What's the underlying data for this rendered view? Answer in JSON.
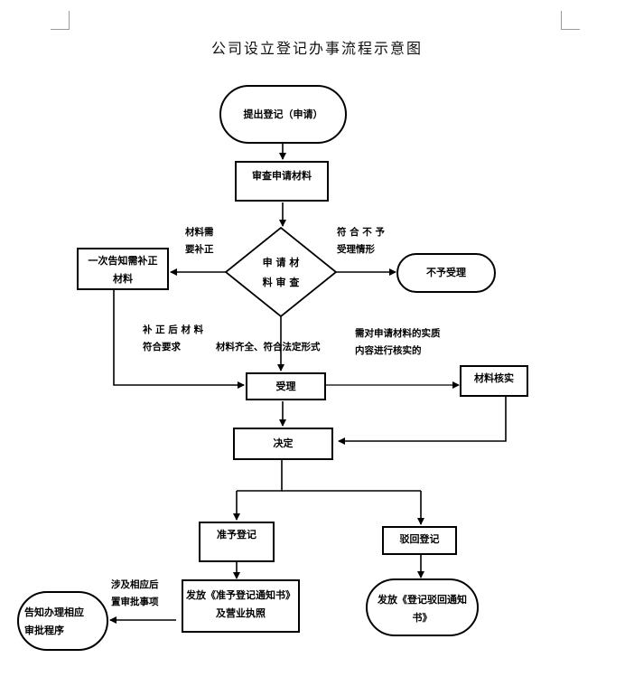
{
  "document": {
    "title": "公司设立登记办事流程示意图"
  },
  "nodes": {
    "start": "提出登记（申请）",
    "review_materials": "审查申请材料",
    "decision_line1": "申 请 材",
    "decision_line2": "料 审 查",
    "notify_supplement_line1": "一次告知需补正",
    "notify_supplement_line2": "材料",
    "reject": "不予受理",
    "accept": "受理",
    "verify": "材料核实",
    "decide": "决定",
    "approve": "准予登记",
    "deny": "驳回登记",
    "issue_license_line1": "发放《准予登记通知书》",
    "issue_license_line2": "及营业执照",
    "issue_denial_line1": "发放《登记驳回通知",
    "issue_denial_line2": "书》",
    "inform_approval_line1": "告知办理相应",
    "inform_approval_line2": "审批程序"
  },
  "edge_labels": {
    "need_supplement_line1": "材料需",
    "need_supplement_line2": "要补正",
    "reject_cond_line1": "符 合 不 予",
    "reject_cond_line2": "受理情形",
    "supplement_ok_line1": "补 正 后 材 料",
    "supplement_ok_line2": "符合要求",
    "complete": "材料齐全、符合法定形式",
    "verify_cond_line1": "需对申请材料的实质",
    "verify_cond_line2": "内容进行核实的",
    "approval_cond_line1": "涉及相应后",
    "approval_cond_line2": "置审批事项"
  }
}
